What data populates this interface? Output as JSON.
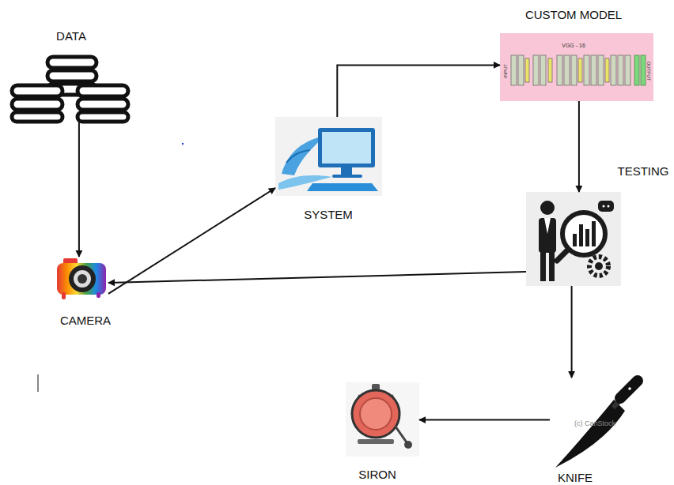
{
  "diagram": {
    "nodes": [
      {
        "text": [
          "DATA"
        ]
      },
      {
        "text": [
          "CAMERA"
        ]
      },
      {
        "text": [
          "SYSTEM"
        ]
      },
      {
        "text": [
          "CUSTOM MODEL"
        ]
      },
      {
        "text": [
          "TESTING"
        ]
      },
      {
        "text": [
          "KNIFE"
        ]
      },
      {
        "text": [
          "SIRON"
        ]
      }
    ],
    "edges": [
      {
        "from": 0,
        "to": 1,
        "arrow": "to"
      },
      {
        "from": 1,
        "to": 2,
        "arrow": "to"
      },
      {
        "from": 2,
        "to": 3,
        "arrow": "to"
      },
      {
        "from": 3,
        "to": 4,
        "arrow": "to"
      },
      {
        "from": 4,
        "to": 1,
        "arrow": "to"
      },
      {
        "from": 4,
        "to": 5,
        "arrow": "to"
      },
      {
        "from": 5,
        "to": 6,
        "arrow": "to"
      }
    ],
    "labels": [
      "VGG - 16",
      "INPUT",
      "OUTPUT",
      "(c) CanStock"
    ]
  }
}
